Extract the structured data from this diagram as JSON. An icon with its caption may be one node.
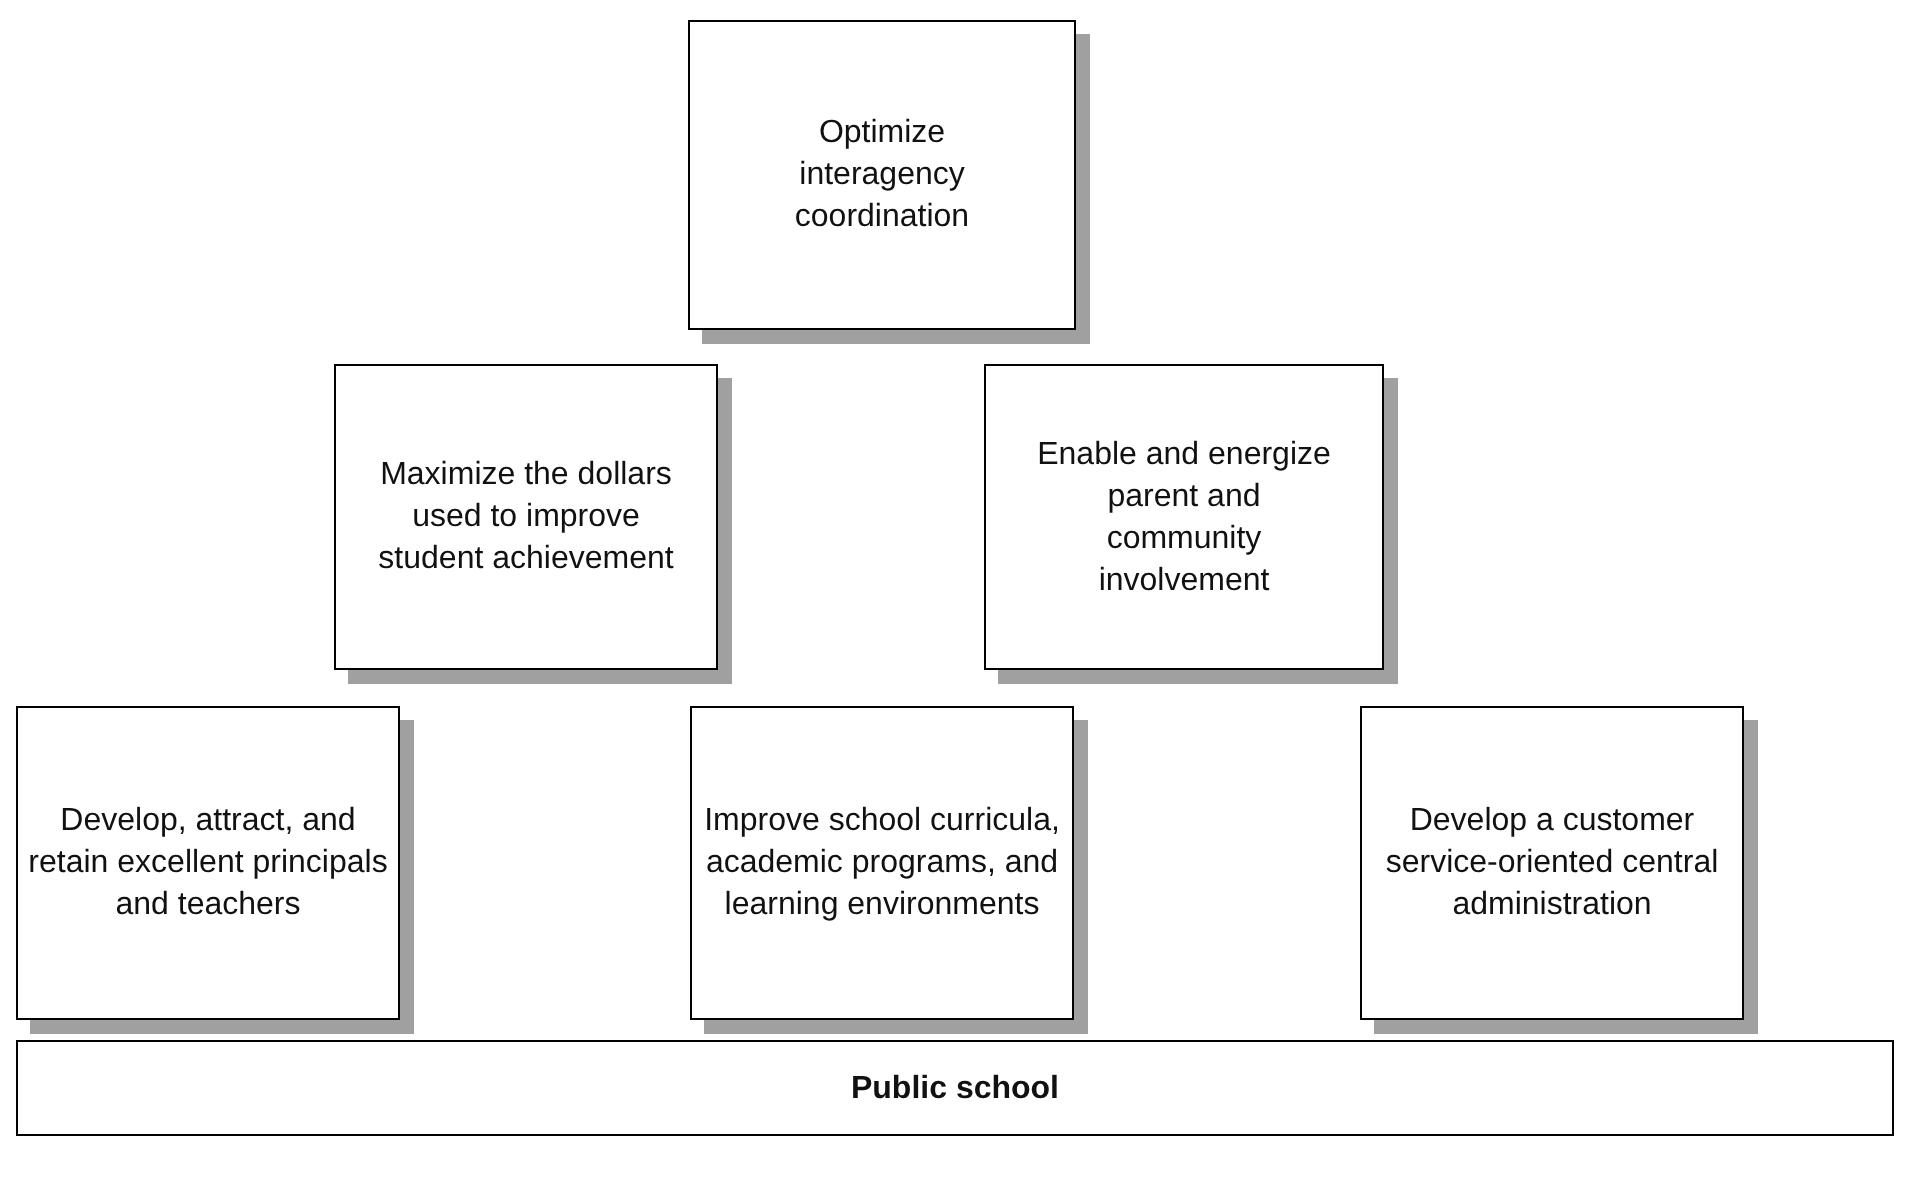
{
  "diagram": {
    "nodes": [
      {
        "text": [
          "Optimize interagency coordination"
        ]
      },
      {
        "text": [
          "Maximize the dollars used to improve student achievement"
        ]
      },
      {
        "text": [
          "Enable and energize parent and community involvement"
        ]
      },
      {
        "text": [
          "Develop, attract, and retain excellent principals and teachers"
        ]
      },
      {
        "text": [
          "Improve school curricula, academic programs, and learning environments"
        ]
      },
      {
        "text": [
          "Develop a customer service-oriented central administration"
        ]
      },
      {
        "text": [
          "Public school"
        ]
      }
    ],
    "edges": []
  }
}
